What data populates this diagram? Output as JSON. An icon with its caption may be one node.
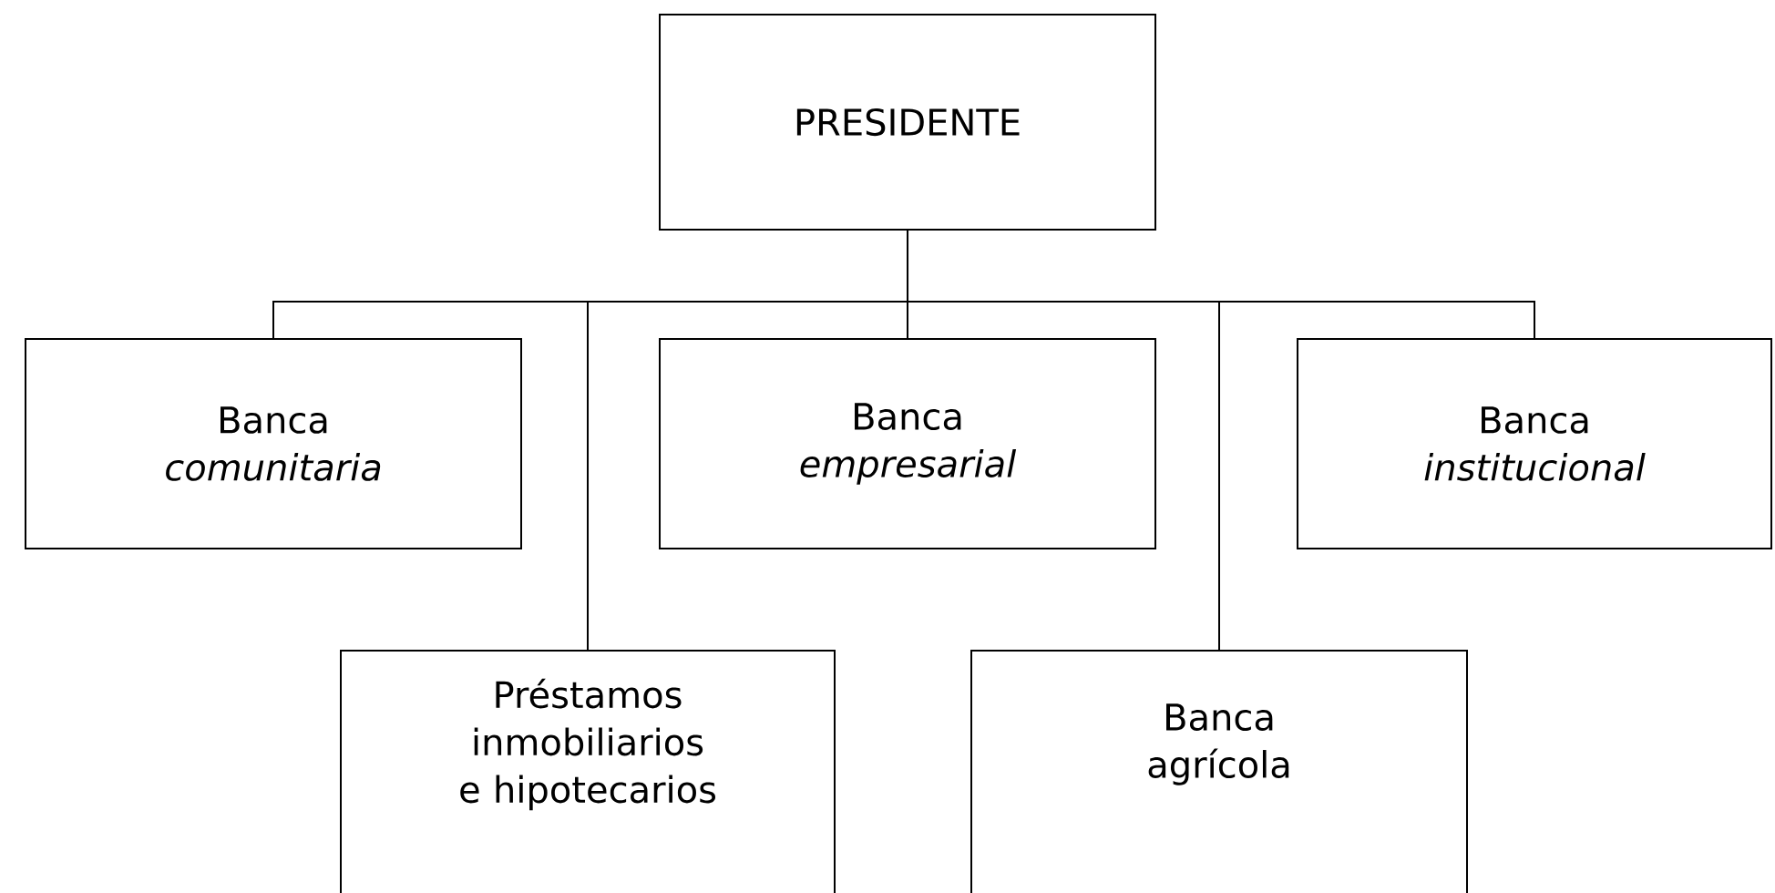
{
  "diagram": {
    "nodes": [
      {
        "text": [
          "PRESIDENTE"
        ]
      },
      {
        "text": [
          "Banca *comunitaria*"
        ]
      },
      {
        "text": [
          "Banca *empresarial*"
        ]
      },
      {
        "text": [
          "Banca *institucional*"
        ]
      },
      {
        "text": [
          "Préstamos inmobiliarios e hipotecarios"
        ]
      },
      {
        "text": [
          "Banca agrícola"
        ]
      }
    ],
    "edges": [
      {
        "from": 0,
        "to": 1,
        "arrow": "none"
      },
      {
        "from": 0,
        "to": 4,
        "arrow": "none"
      },
      {
        "from": 0,
        "to": 2,
        "arrow": "none"
      },
      {
        "from": 0,
        "to": 5,
        "arrow": "none"
      },
      {
        "from": 0,
        "to": 3,
        "arrow": "none"
      }
    ]
  }
}
